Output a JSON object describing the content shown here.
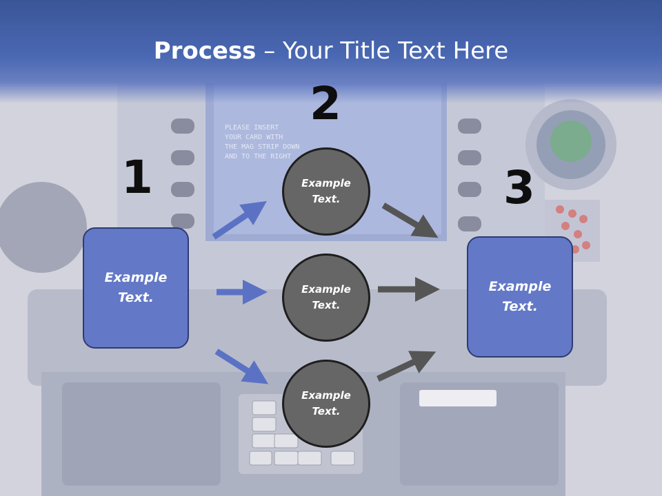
{
  "title": {
    "bold": "Process",
    "rest": " – Your Title Text Here"
  },
  "steps": [
    {
      "number": "1",
      "label": "Example Text."
    },
    {
      "number": "2",
      "label": "Example Text."
    },
    {
      "number": "3",
      "label": "Example Text."
    }
  ],
  "circles": [
    {
      "label": "Example Text."
    },
    {
      "label": "Example Text."
    },
    {
      "label": "Example Text."
    }
  ],
  "background": {
    "image": "atm-photo",
    "tint": "#c9cbd6"
  },
  "colors": {
    "title_band": "#4a68b3",
    "box_fill": "#6378c6",
    "circle_fill": "#666666",
    "left_arrows": "#5b72c4",
    "right_arrows": "#555555"
  },
  "atm_screen_text": [
    "PLEASE INSERT",
    "YOUR CARD WITH",
    "THE MAG STRIP DOWN",
    "AND TO THE RIGHT"
  ]
}
